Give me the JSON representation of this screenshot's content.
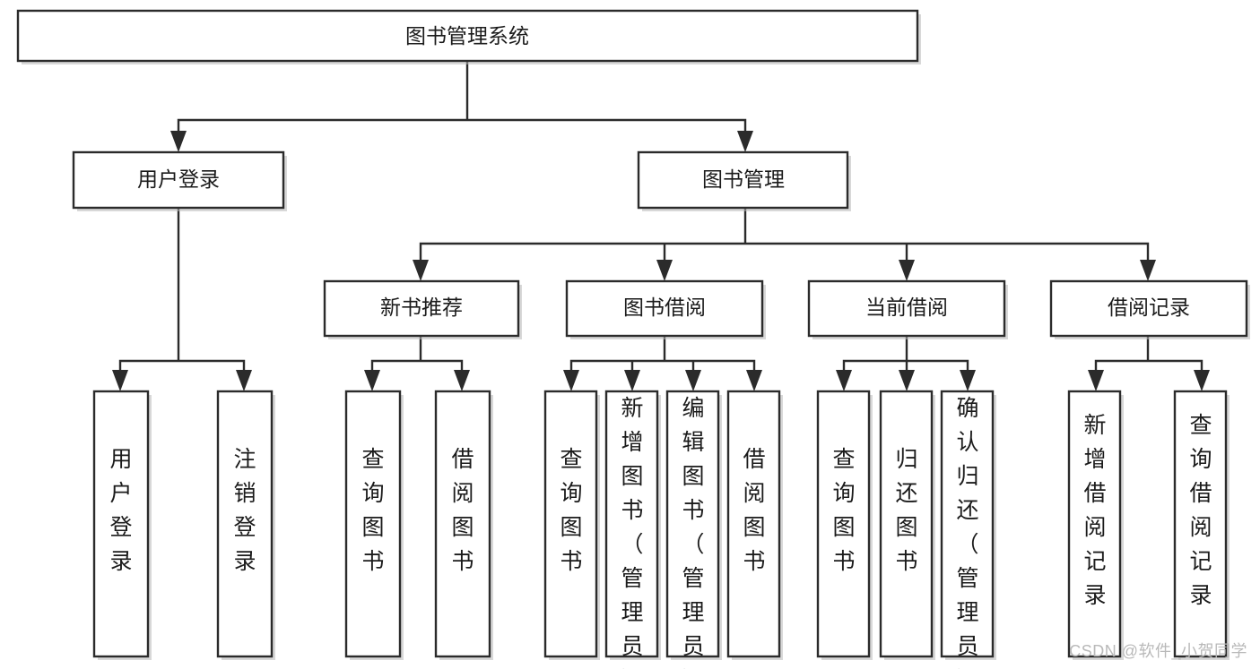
{
  "diagram": {
    "type": "tree",
    "title": "图书管理系统",
    "watermark": "CSDN @软件_小贺同学",
    "colors": {
      "stroke": "#2b2b2b",
      "fill": "#ffffff",
      "text": "#1b1b1b",
      "watermark": "#b9b9b9"
    },
    "root": {
      "label": "图书管理系统"
    },
    "level2": [
      {
        "label": "用户登录"
      },
      {
        "label": "图书管理"
      }
    ],
    "level3": [
      {
        "label": "新书推荐"
      },
      {
        "label": "图书借阅"
      },
      {
        "label": "当前借阅"
      },
      {
        "label": "借阅记录"
      }
    ],
    "leaves": {
      "user_login": [
        {
          "label": "用户登录"
        },
        {
          "label": "注销登录"
        }
      ],
      "new_book_recommend": [
        {
          "label": "查询图书"
        },
        {
          "label": "借阅图书"
        }
      ],
      "book_borrow": [
        {
          "label": "查询图书"
        },
        {
          "label": "新增图书（管理员）"
        },
        {
          "label": "编辑图书（管理员）"
        },
        {
          "label": "借阅图书"
        }
      ],
      "current_borrow": [
        {
          "label": "查询图书"
        },
        {
          "label": "归还图书"
        },
        {
          "label": "确认归还（管理员）"
        }
      ],
      "borrow_record": [
        {
          "label": "新增借阅记录"
        },
        {
          "label": "查询借阅记录"
        }
      ]
    }
  }
}
